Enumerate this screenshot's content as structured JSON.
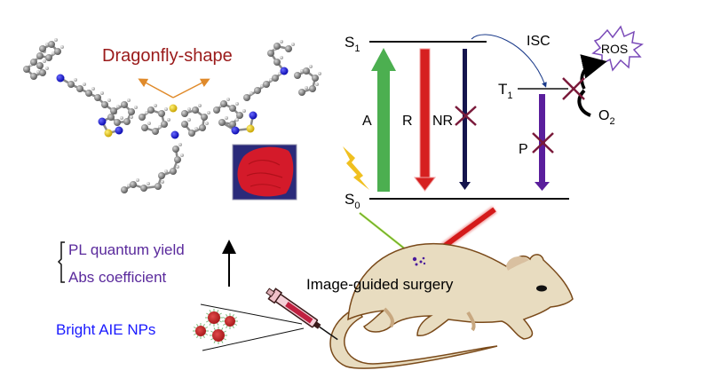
{
  "molecule": {
    "title": "Dragonfly-shape",
    "title_color": "#9a1a1a"
  },
  "energy_diagram": {
    "levels": {
      "s1": {
        "label": "S",
        "sub": "1"
      },
      "s0": {
        "label": "S",
        "sub": "0"
      },
      "t1": {
        "label": "T",
        "sub": "1"
      }
    },
    "transitions": [
      {
        "label": "A",
        "color": "#4caf50",
        "blocked": false
      },
      {
        "label": "R",
        "color": "#d62020",
        "blocked": false
      },
      {
        "label": "NR",
        "color": "#14144d",
        "blocked": true
      },
      {
        "label": "P",
        "color": "#5a1e9c",
        "blocked": true
      }
    ],
    "isc_label": "ISC",
    "ros_label": "ROS",
    "o2": {
      "label": "O",
      "sub": "2"
    },
    "cross_color": "#7a1a3a"
  },
  "properties": {
    "items": [
      "PL quantum yield",
      "Abs coefficient"
    ],
    "color": "#5a2a9c"
  },
  "nanoparticles": {
    "label": "Bright AIE NPs",
    "color": "#1a1aff"
  },
  "application": {
    "label": "Image-guided surgery"
  }
}
